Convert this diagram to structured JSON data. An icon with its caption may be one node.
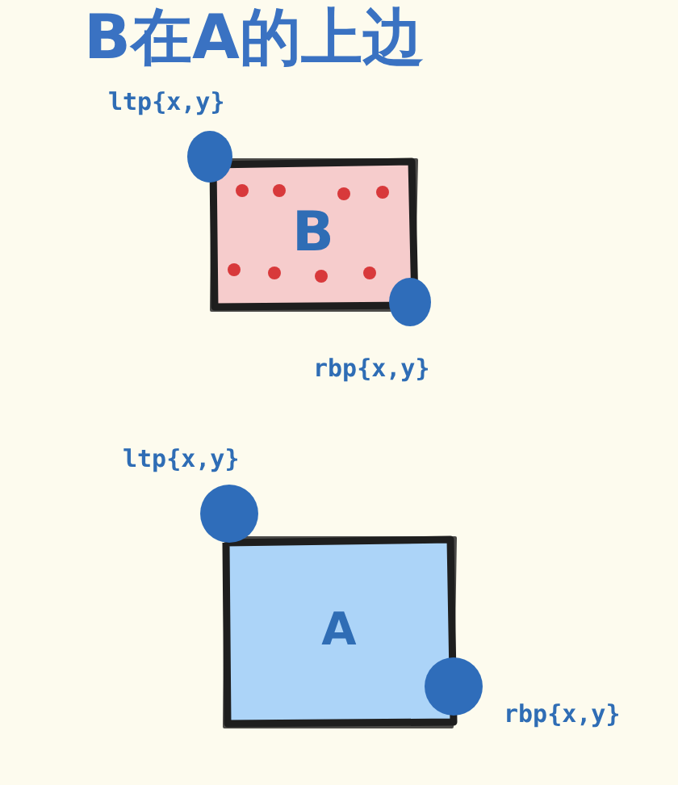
{
  "diagram": {
    "title": "B在A的上边",
    "nodes": [
      {
        "text": [
          "B"
        ],
        "beside": [
          "ltp{x,y}",
          "rbp{x,y}"
        ]
      },
      {
        "text": [
          "A"
        ],
        "beside": [
          "ltp{x,y}",
          "rbp{x,y}"
        ]
      }
    ]
  }
}
